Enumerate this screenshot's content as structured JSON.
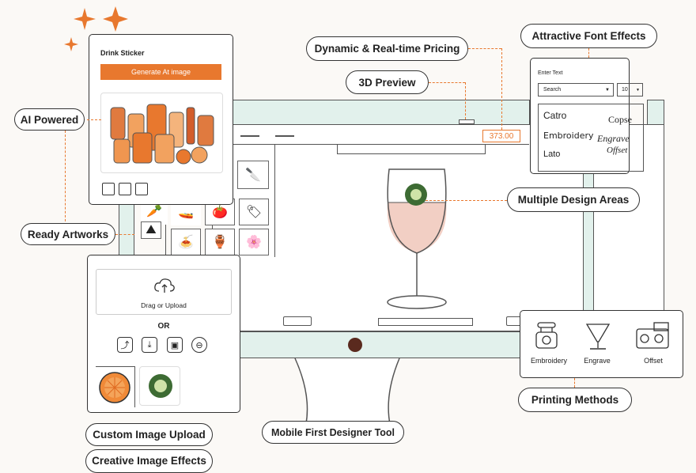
{
  "callouts": {
    "ai_powered": "AI Powered",
    "ready_artworks": "Ready Artworks",
    "dynamic_pricing": "Dynamic & Real-time Pricing",
    "preview_3d": "3D Preview",
    "font_effects": "Attractive Font Effects",
    "design_areas": "Multiple Design Areas",
    "printing_methods": "Printing Methods",
    "custom_upload": "Custom Image Upload",
    "image_effects": "Creative Image Effects",
    "mobile_first": "Mobile First Designer Tool"
  },
  "ai_panel": {
    "title": "Drink Sticker",
    "generate_button": "Generate At image"
  },
  "price": "373.00",
  "font_panel": {
    "label": "Enter Text",
    "search_placeholder": "Search",
    "size_value": "10",
    "fonts": [
      "Catro",
      "Copse",
      "Embroidery",
      "Engrave",
      "Lato",
      "Offset"
    ]
  },
  "upload_panel": {
    "drag_text": "Drag or Upload",
    "or_text": "OR"
  },
  "printing": {
    "methods": [
      "Embroidery",
      "Engrave",
      "Offset"
    ]
  },
  "colors": {
    "accent": "#e8782e",
    "mint": "#e2f1ec",
    "wine": "#f2cfc4"
  },
  "icons": [
    "sparkle-icon",
    "upload-cloud-icon",
    "embroidery-machine-icon",
    "engrave-icon",
    "offset-printer-icon",
    "wine-glass-icon"
  ]
}
